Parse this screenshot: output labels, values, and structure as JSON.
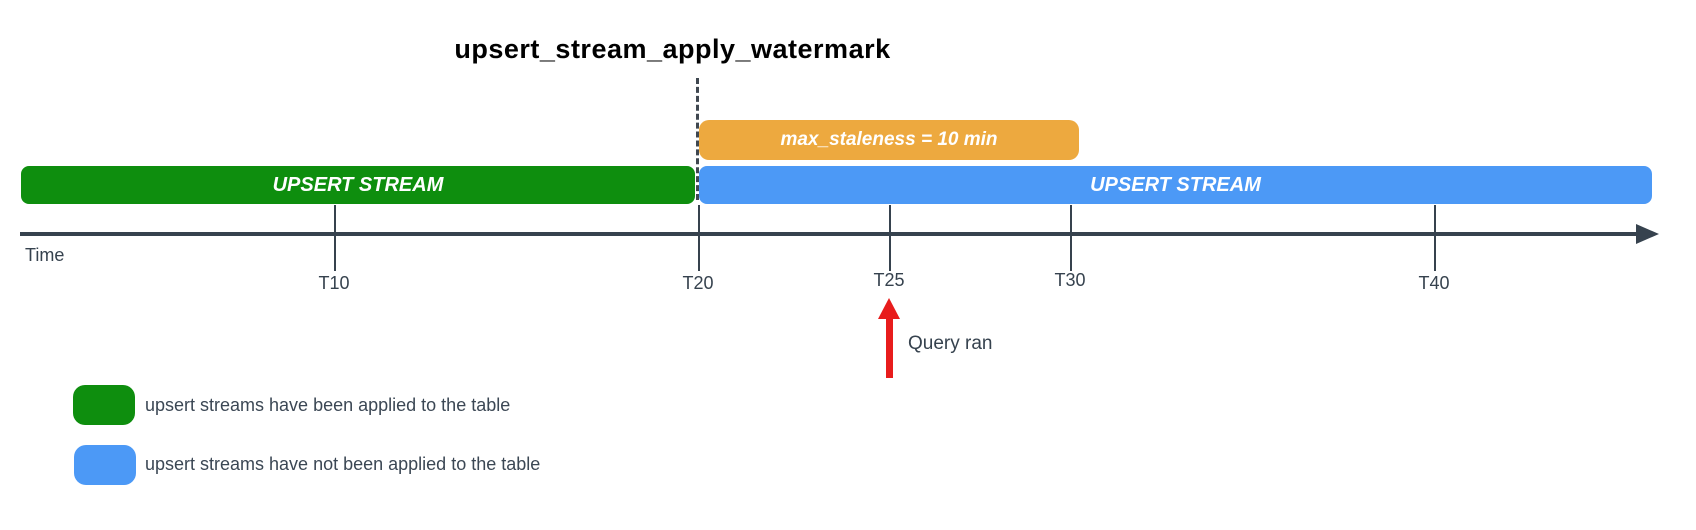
{
  "diagram": {
    "title": "upsert_stream_apply_watermark",
    "bars": {
      "staleness": {
        "label": "max_staleness = 10 min",
        "color": "#eda93f"
      },
      "applied_stream": {
        "label": "UPSERT STREAM",
        "color": "#0e8e0e"
      },
      "unapplied_stream": {
        "label": "UPSERT STREAM",
        "color": "#4c99f6"
      }
    },
    "axis": {
      "label": "Time",
      "color": "#36424e",
      "ticks": [
        {
          "label": "T10"
        },
        {
          "label": "T20"
        },
        {
          "label": "T25"
        },
        {
          "label": "T30"
        },
        {
          "label": "T40"
        }
      ]
    },
    "annotation": {
      "label": "Query ran",
      "arrow_color": "#e81c1c",
      "points_at": "T25"
    },
    "legend": [
      {
        "color": "#0e8e0e",
        "label": "upsert streams have been applied to the table"
      },
      {
        "color": "#4c99f6",
        "label": "upsert streams have not been applied to the table"
      }
    ]
  }
}
